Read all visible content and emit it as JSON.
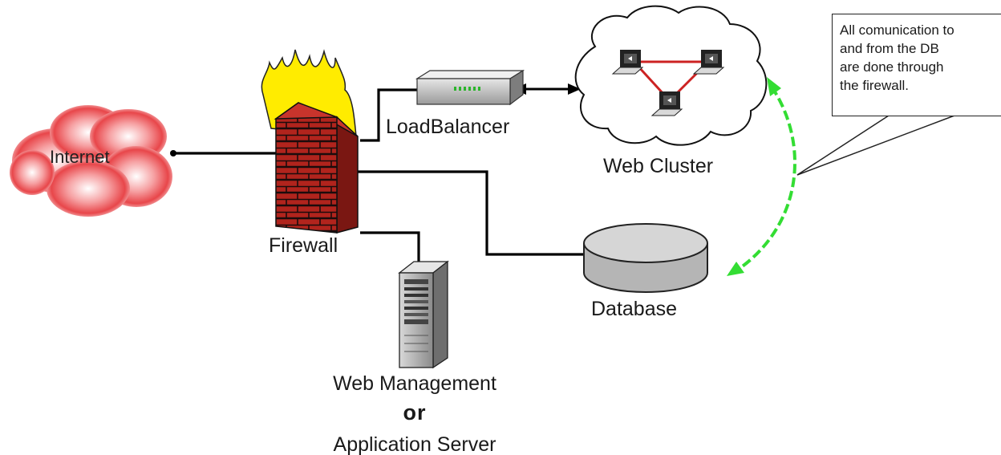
{
  "labels": {
    "internet": "Internet",
    "firewall": "Firewall",
    "load_balancer": "LoadBalancer",
    "web_cluster": "Web Cluster",
    "database": "Database",
    "web_management": "Web Management",
    "or": "or",
    "application_server": "Application Server"
  },
  "callout": {
    "text": "All comunication to\nand from the DB\nare done through\nthe firewall."
  },
  "icons": {
    "internet": "internet-cloud-icon",
    "firewall": "firewall-icon",
    "load_balancer": "load-balancer-icon",
    "web_cluster": "web-cluster-cloud-icon",
    "database": "database-icon",
    "server": "server-tower-icon"
  },
  "colors": {
    "internet_cloud": "#e8464a",
    "brick": "#b1241d",
    "flame": "#ffec00",
    "cluster_link": "#cc2222",
    "db_link_arrow": "#33dd33",
    "wire": "#000000"
  }
}
